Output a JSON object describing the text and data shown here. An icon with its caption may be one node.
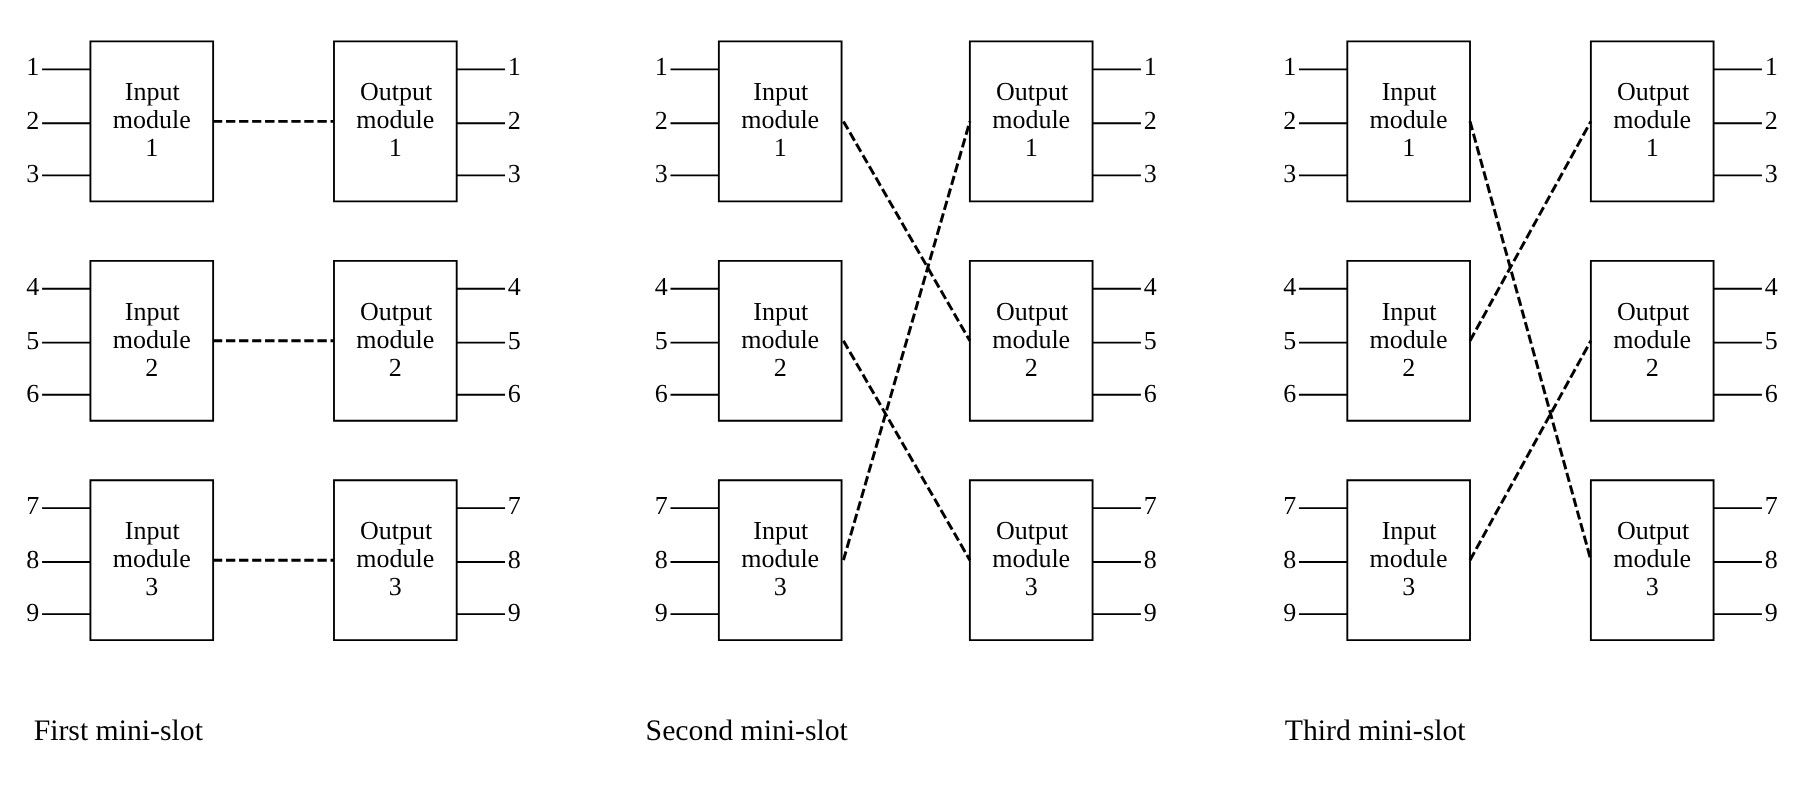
{
  "diagram": {
    "nodes": [
      {
        "text": [
          "Input module 1"
        ],
        "beside": [
          "1",
          "2",
          "3"
        ]
      },
      {
        "text": [
          "Input module 2"
        ],
        "beside": [
          "4",
          "5",
          "6"
        ]
      },
      {
        "text": [
          "Input module 3"
        ],
        "beside": [
          "7",
          "8",
          "9"
        ]
      },
      {
        "text": [
          "Output module 1"
        ],
        "beside": [
          "1",
          "2",
          "3"
        ]
      },
      {
        "text": [
          "Output module 2"
        ],
        "beside": [
          "4",
          "5",
          "6"
        ]
      },
      {
        "text": [
          "Output module 3"
        ],
        "beside": [
          "7",
          "8",
          "9"
        ]
      },
      {
        "text": [
          "Input module 1"
        ],
        "beside": [
          "1",
          "2",
          "3"
        ]
      },
      {
        "text": [
          "Input module 2"
        ],
        "beside": [
          "4",
          "5",
          "6"
        ]
      },
      {
        "text": [
          "Input module 3"
        ],
        "beside": [
          "7",
          "8",
          "9"
        ]
      },
      {
        "text": [
          "Output module 1"
        ],
        "beside": [
          "1",
          "2",
          "3"
        ]
      },
      {
        "text": [
          "Output module 2"
        ],
        "beside": [
          "4",
          "5",
          "6"
        ]
      },
      {
        "text": [
          "Output module 3"
        ],
        "beside": [
          "7",
          "8",
          "9"
        ]
      },
      {
        "text": [
          "Input module 1"
        ],
        "beside": [
          "1",
          "2",
          "3"
        ]
      },
      {
        "text": [
          "Input module 2"
        ],
        "beside": [
          "4",
          "5",
          "6"
        ]
      },
      {
        "text": [
          "Input module 3"
        ],
        "beside": [
          "7",
          "8",
          "9"
        ]
      },
      {
        "text": [
          "Output module 1"
        ],
        "beside": [
          "1",
          "2",
          "3"
        ]
      },
      {
        "text": [
          "Output module 2"
        ],
        "beside": [
          "4",
          "5",
          "6"
        ]
      },
      {
        "text": [
          "Output module 3"
        ],
        "beside": [
          "7",
          "8",
          "9"
        ]
      }
    ],
    "edges": [
      {
        "from": 0,
        "to": 3,
        "arrow": "none",
        "style": "dashed"
      },
      {
        "from": 1,
        "to": 4,
        "arrow": "none",
        "style": "dashed"
      },
      {
        "from": 2,
        "to": 5,
        "arrow": "none",
        "style": "dashed"
      },
      {
        "from": 6,
        "to": 10,
        "arrow": "none",
        "style": "dashed"
      },
      {
        "from": 7,
        "to": 11,
        "arrow": "none",
        "style": "dashed"
      },
      {
        "from": 8,
        "to": 9,
        "arrow": "none",
        "style": "dashed"
      },
      {
        "from": 12,
        "to": 17,
        "arrow": "none",
        "style": "dashed"
      },
      {
        "from": 13,
        "to": 15,
        "arrow": "none",
        "style": "dashed"
      },
      {
        "from": 14,
        "to": 16,
        "arrow": "none",
        "style": "dashed"
      }
    ],
    "labels": [
      "First mini-slot",
      "Second mini-slot",
      "Third mini-slot"
    ]
  }
}
